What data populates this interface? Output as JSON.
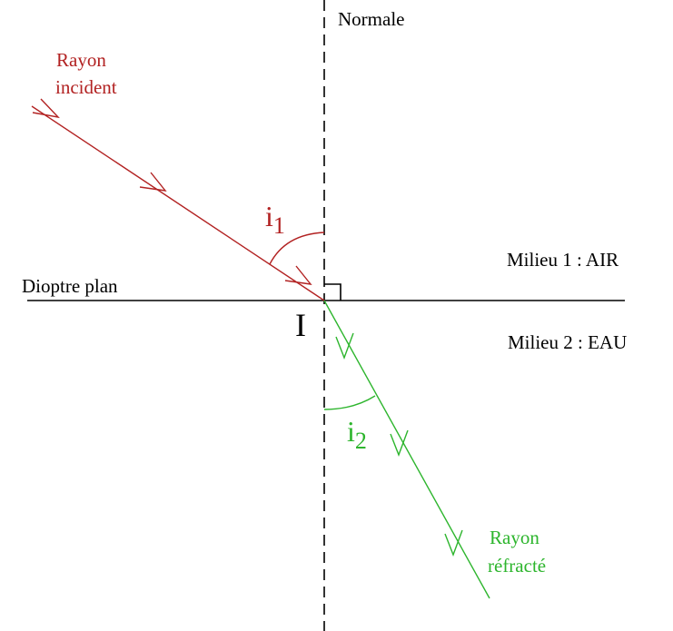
{
  "labels": {
    "normale": "Normale",
    "incident_line1": "Rayon",
    "incident_line2": "incident",
    "dioptre": "Dioptre plan",
    "point": "I",
    "milieu1": "Milieu 1 : AIR",
    "milieu2": "Milieu 2 : EAU",
    "angle1_base": "i",
    "angle1_sub": "1",
    "angle2_base": "i",
    "angle2_sub": "2",
    "refracte_line1": "Rayon",
    "refracte_line2": "réfracté"
  },
  "colors": {
    "incident": "#b22222",
    "refracted": "#2db52d",
    "lines": "#000000",
    "background": "#ffffff"
  }
}
